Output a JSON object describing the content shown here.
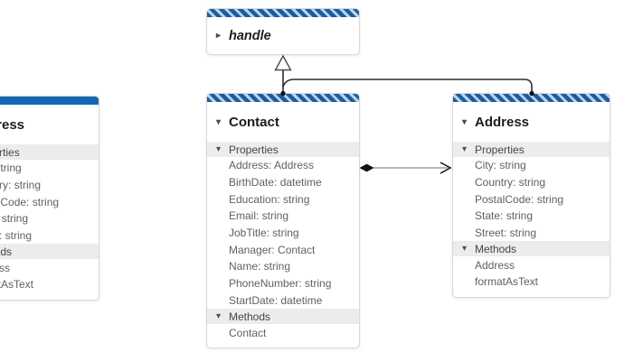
{
  "diagram_type": "uml-class-diagram",
  "colors": {
    "stripe_dark": "#1d5c9e",
    "stripe_light": "#b9d4ec",
    "solid_header": "#1266b4",
    "band_bg": "#ececec",
    "band_text": "#454545",
    "item_text": "#5a626b",
    "title_text": "#1c1c1c",
    "link_stroke": "#2b2b2b",
    "assoc_line": "#8a8a8a",
    "terminal_fill": "#111111"
  },
  "icons": {
    "expanded": "▾",
    "collapsed": "▸"
  },
  "nodes": {
    "handle": {
      "title": "handle"
    },
    "contact": {
      "title": "Contact",
      "sections": [
        {
          "label": "Properties",
          "items": [
            "Address: Address",
            "BirthDate: datetime",
            "Education: string",
            "Email: string",
            "JobTitle: string",
            "Manager: Contact",
            "Name: string",
            "PhoneNumber: string",
            "StartDate: datetime"
          ]
        },
        {
          "label": "Methods",
          "items": [
            "Contact"
          ]
        }
      ]
    },
    "address": {
      "title": "Address",
      "sections": [
        {
          "label": "Properties",
          "items": [
            "City: string",
            "Country: string",
            "PostalCode: string",
            "State: string",
            "Street: string"
          ]
        },
        {
          "label": "Methods",
          "items": [
            "Address",
            "formatAsText"
          ]
        }
      ]
    },
    "address_partial": {
      "title": "Address",
      "sections": [
        {
          "label": "Properties",
          "items": [
            "City: string",
            "Country: string",
            "PostalCode: string",
            "State: string",
            "Street: string"
          ]
        },
        {
          "label": "Methods",
          "items": [
            "Address",
            "formatAsText"
          ]
        }
      ]
    }
  },
  "links": {
    "inheritance_contact_handle": "Contact inherits handle",
    "inheritance_address_handle": "Address inherits handle",
    "composition_contact_address": "Contact composes Address"
  }
}
